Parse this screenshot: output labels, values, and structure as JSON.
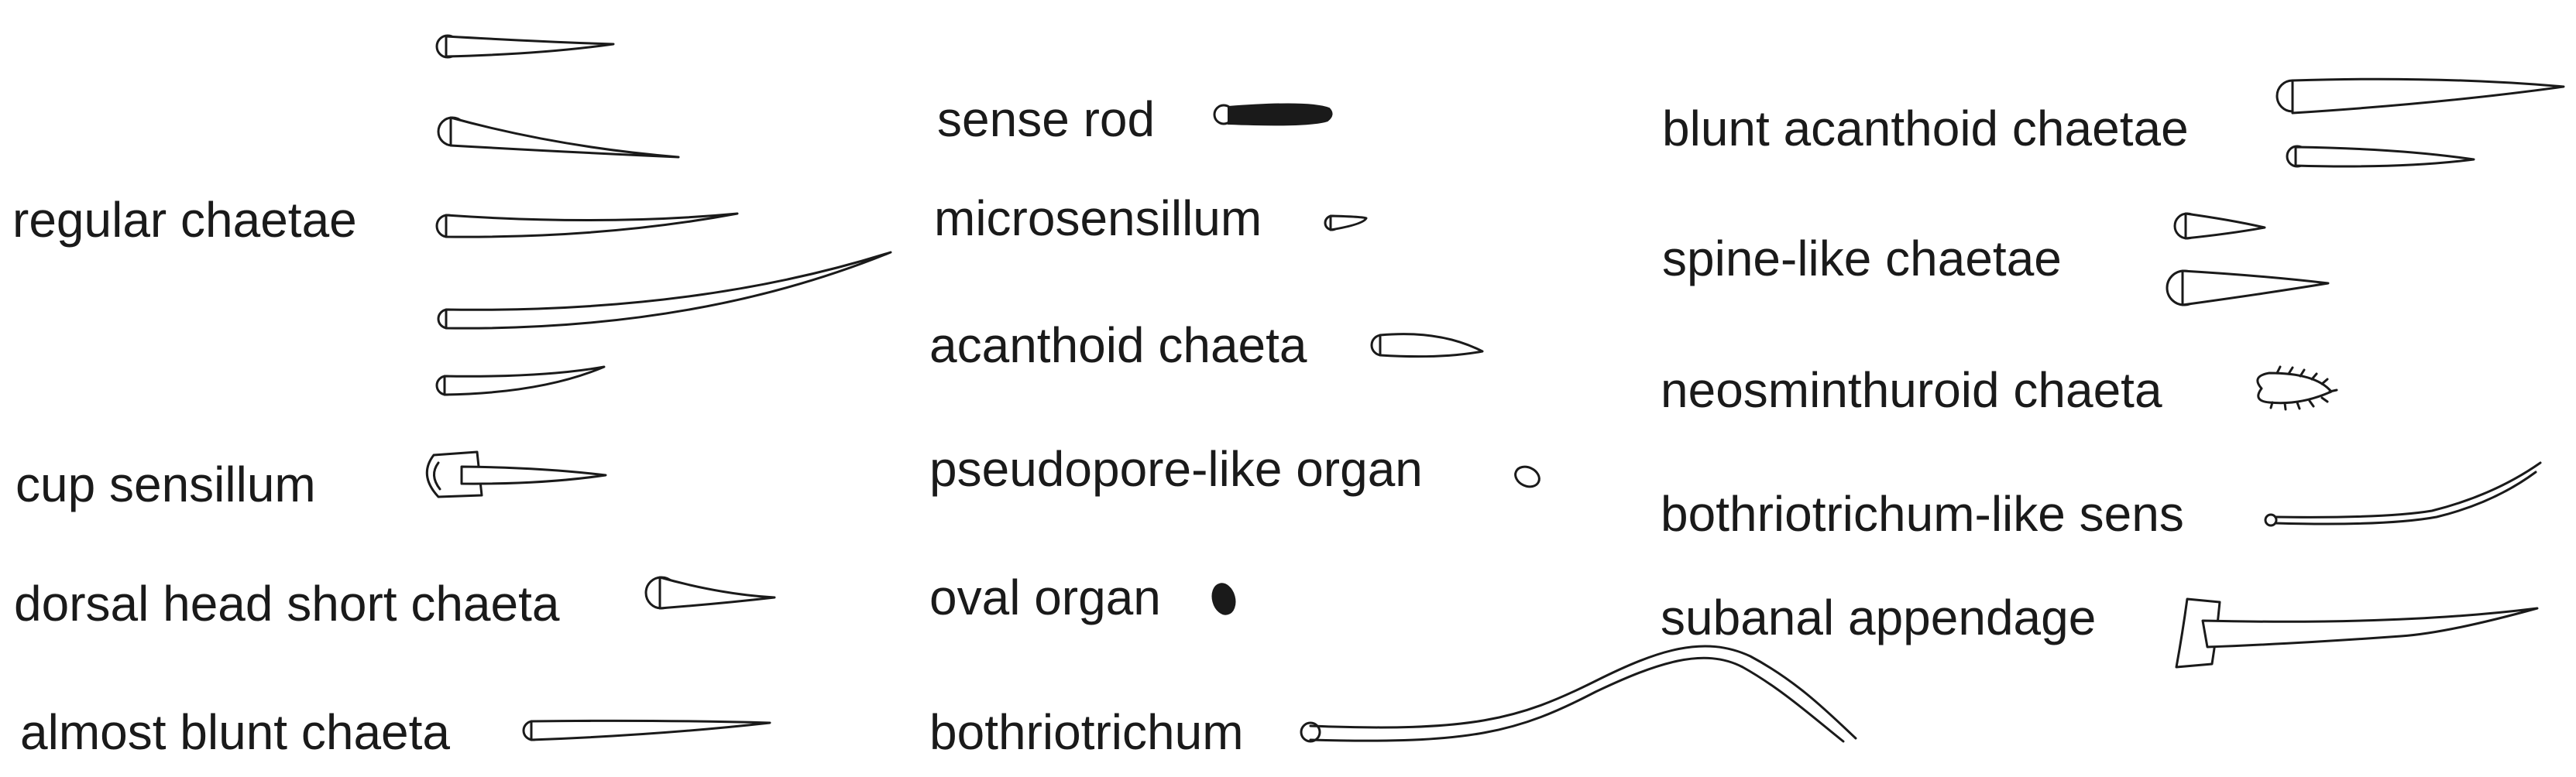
{
  "labels": {
    "regular_chaetae": "regular chaetae",
    "cup_sensillum": "cup sensillum",
    "dorsal_head_short_chaeta": "dorsal head short chaeta",
    "almost_blunt_chaeta": "almost blunt chaeta",
    "sense_rod": "sense rod",
    "microsensillum": "microsensillum",
    "acanthoid_chaeta": "acanthoid chaeta",
    "pseudopore_like_organ": "pseudopore-like organ",
    "oval_organ": "oval organ",
    "bothriotrichum": "bothriotrichum",
    "blunt_acanthoid_chaetae": "blunt acanthoid chaetae",
    "spine_like_chaetae": "spine-like chaetae",
    "neosminthuroid_chaeta": "neosminthuroid chaeta",
    "bothriotrichum_like_sens": "bothriotrichum-like sens",
    "subanal_appendage": "subanal appendage"
  },
  "colors": {
    "ink": "#1a1a1a",
    "background": "#ffffff"
  }
}
